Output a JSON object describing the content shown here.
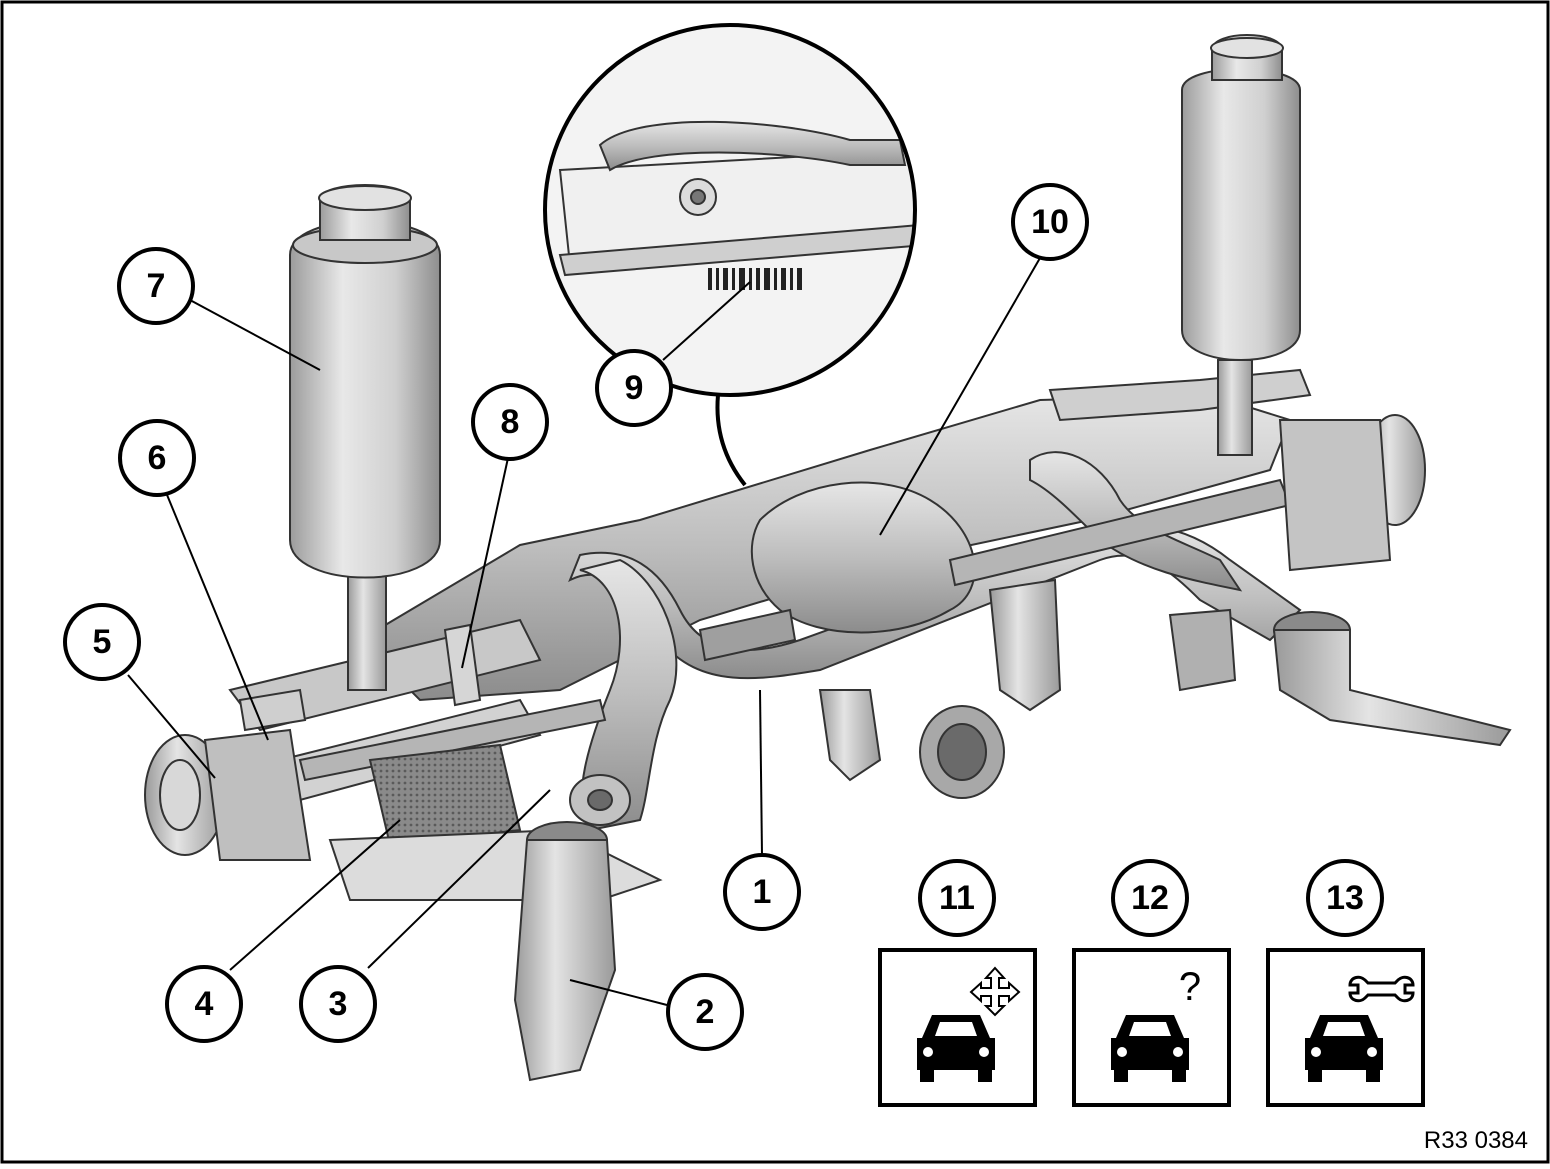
{
  "callouts": [
    {
      "id": 1,
      "label": "1"
    },
    {
      "id": 2,
      "label": "2"
    },
    {
      "id": 3,
      "label": "3"
    },
    {
      "id": 4,
      "label": "4"
    },
    {
      "id": 5,
      "label": "5"
    },
    {
      "id": 6,
      "label": "6"
    },
    {
      "id": 7,
      "label": "7"
    },
    {
      "id": 8,
      "label": "8"
    },
    {
      "id": 9,
      "label": "9"
    },
    {
      "id": 10,
      "label": "10"
    },
    {
      "id": 11,
      "label": "11"
    },
    {
      "id": 12,
      "label": "12"
    },
    {
      "id": 13,
      "label": "13"
    }
  ],
  "service_icons": [
    {
      "name": "car-adjust-icon",
      "symbol": "four-way-arrow"
    },
    {
      "name": "car-diagnosis-icon",
      "symbol": "?"
    },
    {
      "name": "car-repair-icon",
      "symbol": "wrench"
    }
  ],
  "reference_code": "R33 0384",
  "colors": {
    "line": "#000000",
    "background": "#ffffff",
    "part_shade": "#b8b8b8"
  }
}
